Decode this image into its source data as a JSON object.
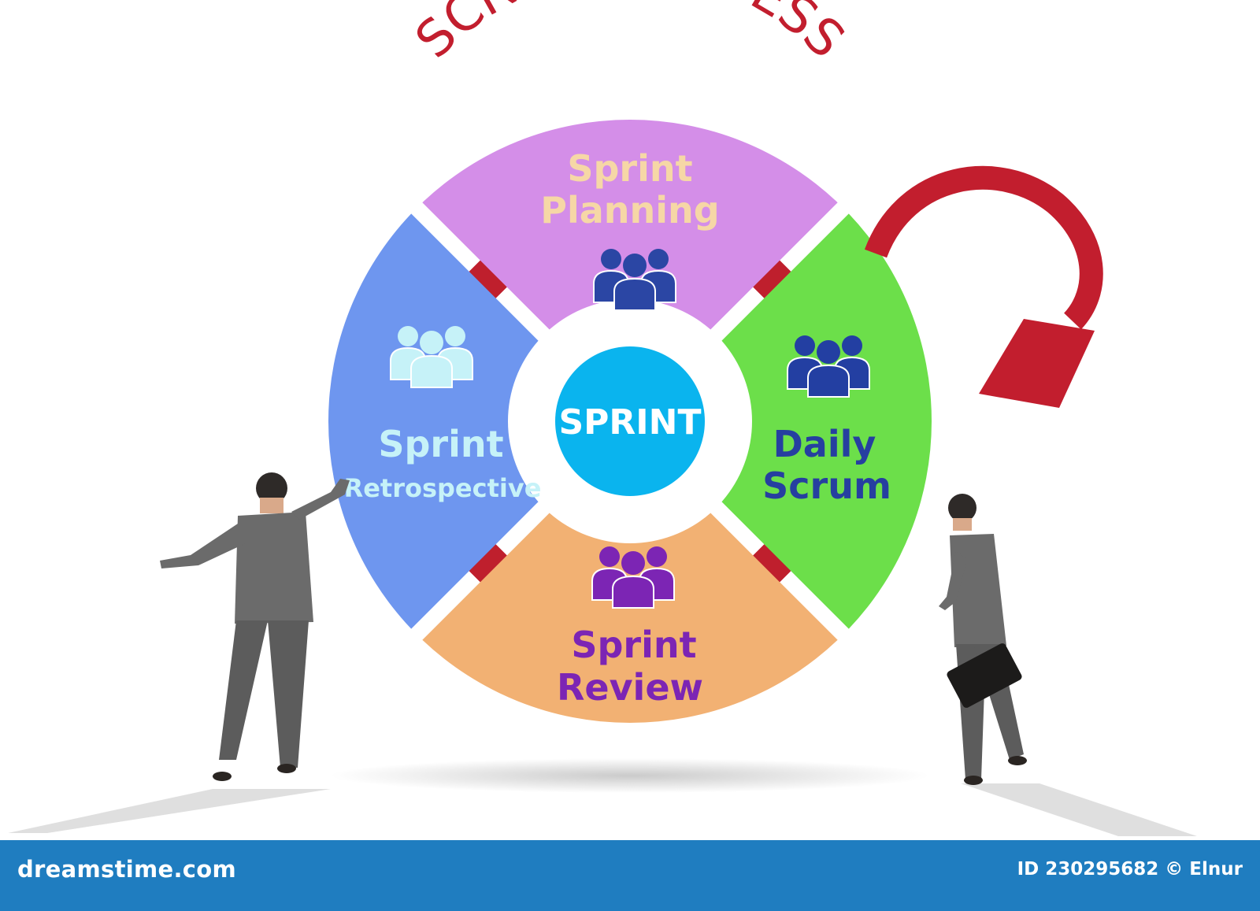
{
  "diagram": {
    "title": "SCRUM PROCESS",
    "center": {
      "label": "SPRINT",
      "color": "#0ab4ee"
    },
    "segments": [
      {
        "id": "planning",
        "line1": "Sprint",
        "line2": "Planning",
        "fill": "#d48ee8",
        "text_color": "#f6d7a6",
        "icon": "team-icon",
        "icon_color": "#2b46a4"
      },
      {
        "id": "daily",
        "line1": "Daily",
        "line2": "Scrum",
        "fill": "#6cdf4a",
        "text_color": "#263fa0",
        "icon": "team-icon",
        "icon_color": "#233fa2"
      },
      {
        "id": "review",
        "line1": "Sprint",
        "line2": "Review",
        "fill": "#f2b173",
        "text_color": "#7c25b4",
        "icon": "team-icon",
        "icon_color": "#7c25b4"
      },
      {
        "id": "retro",
        "line1": "Sprint",
        "line2": "Retrospective",
        "fill": "#6e96ef",
        "text_color": "#c6f2f8",
        "icon": "team-icon",
        "icon_color": "#c6f2f8"
      }
    ],
    "connector_color": "#bf1f2d",
    "arrow_color": "#c21e2e"
  },
  "footer": {
    "brand": "dreamstime.com",
    "credit": "ID 230295682 © Elnur"
  }
}
